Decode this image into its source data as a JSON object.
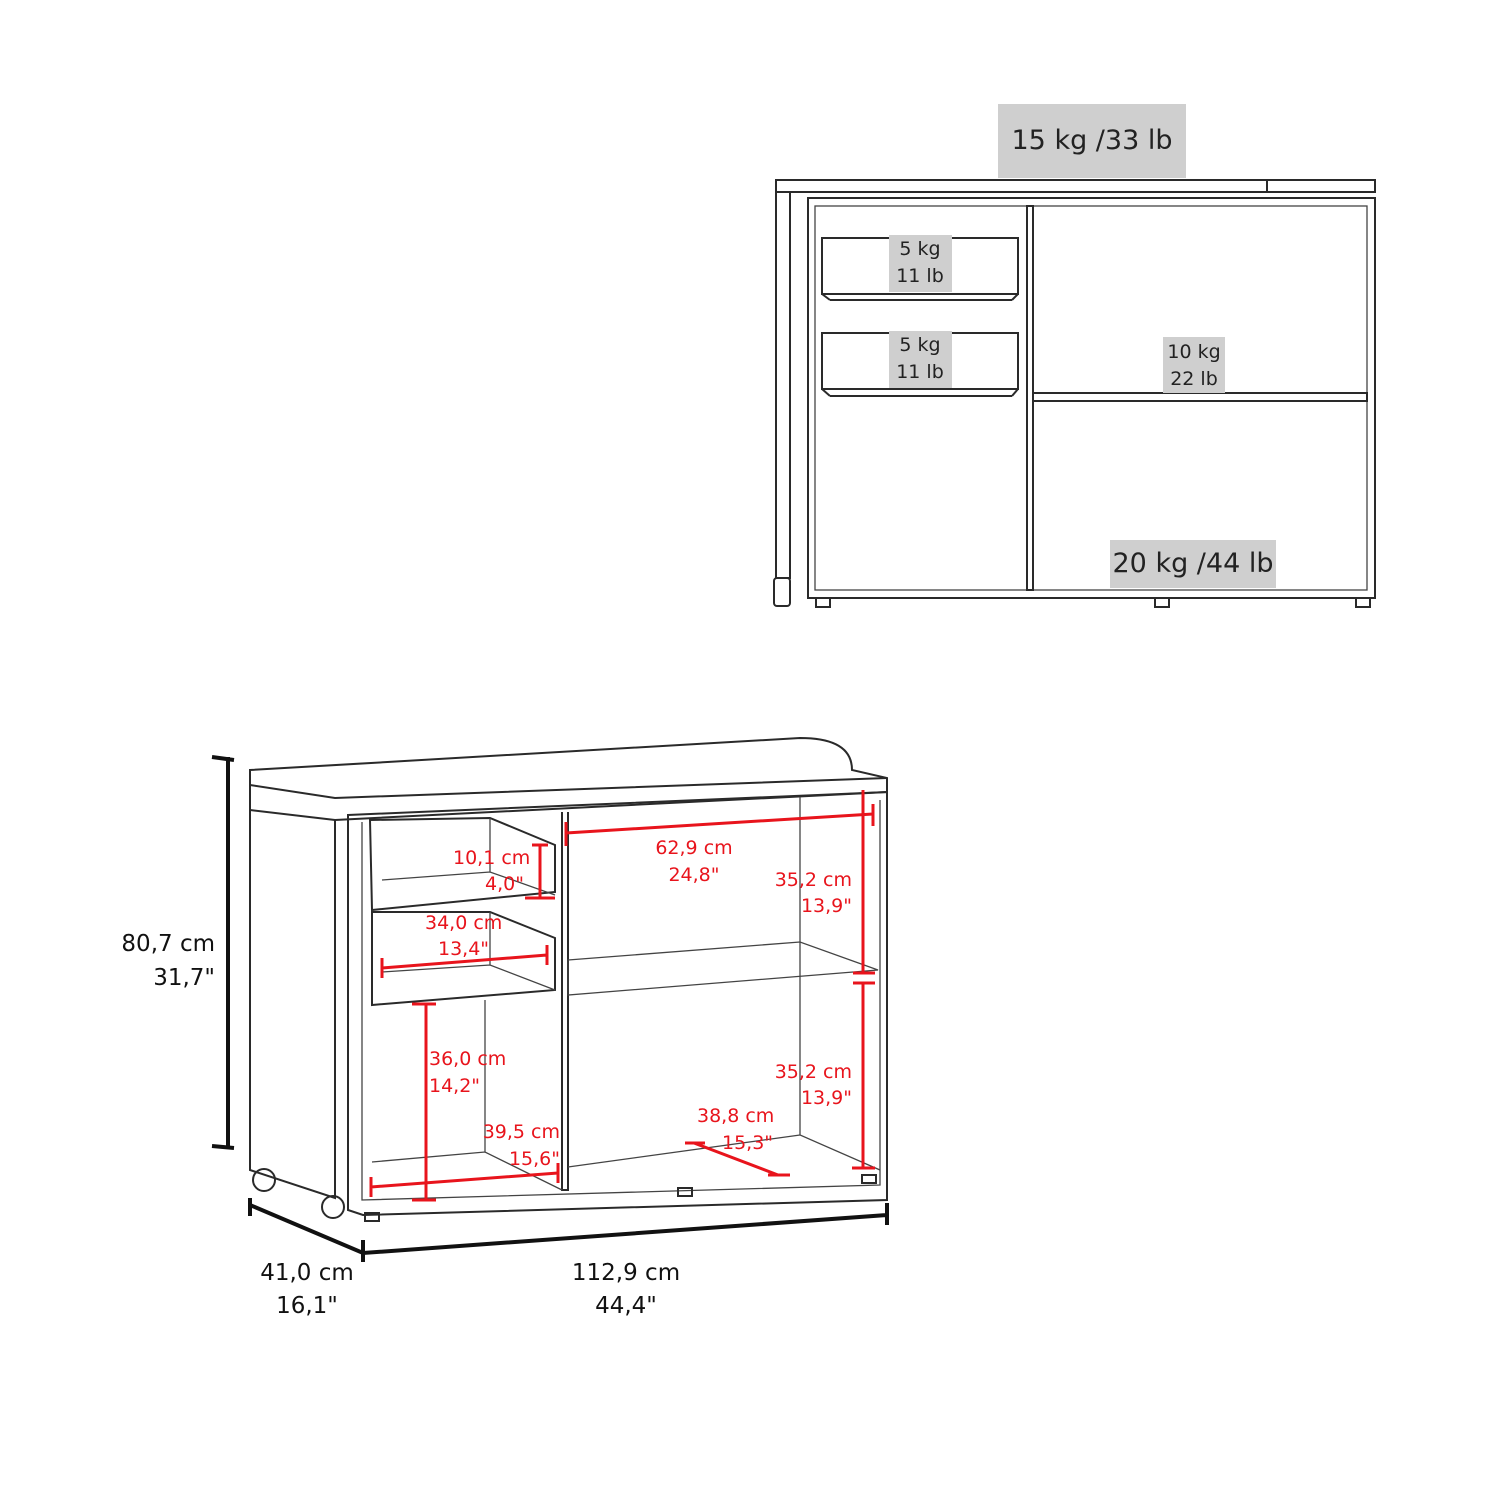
{
  "front_view": {
    "top_load": "15 kg /33 lb",
    "drawer1_load": [
      "5 kg",
      "11 lb"
    ],
    "drawer2_load": [
      "5 kg",
      "11 lb"
    ],
    "shelf_load": [
      "10 kg",
      "22 lb"
    ],
    "bottom_load": "20 kg /44 lb",
    "label_bg": "#cfcfcf"
  },
  "dimensions": {
    "height": [
      "80,7 cm",
      "31,7\""
    ],
    "depth": [
      "41,0 cm",
      "16,1\""
    ],
    "width": [
      "112,9 cm",
      "44,4\""
    ],
    "drawer_height": [
      "10,1 cm",
      "4,0\""
    ],
    "drawer_width": [
      "34,0 cm",
      "13,4\""
    ],
    "left_open_height": [
      "36,0 cm",
      "14,2\""
    ],
    "left_open_width": [
      "39,5 cm",
      "15,6\""
    ],
    "right_width": [
      "62,9 cm",
      "24,8\""
    ],
    "upper_shelf_height": [
      "35,2 cm",
      "13,9\""
    ],
    "lower_shelf_height": [
      "35,2 cm",
      "13,9\""
    ],
    "shelf_depth": [
      "38,8 cm",
      "15,3\""
    ],
    "accent_color": "#e8141c"
  }
}
